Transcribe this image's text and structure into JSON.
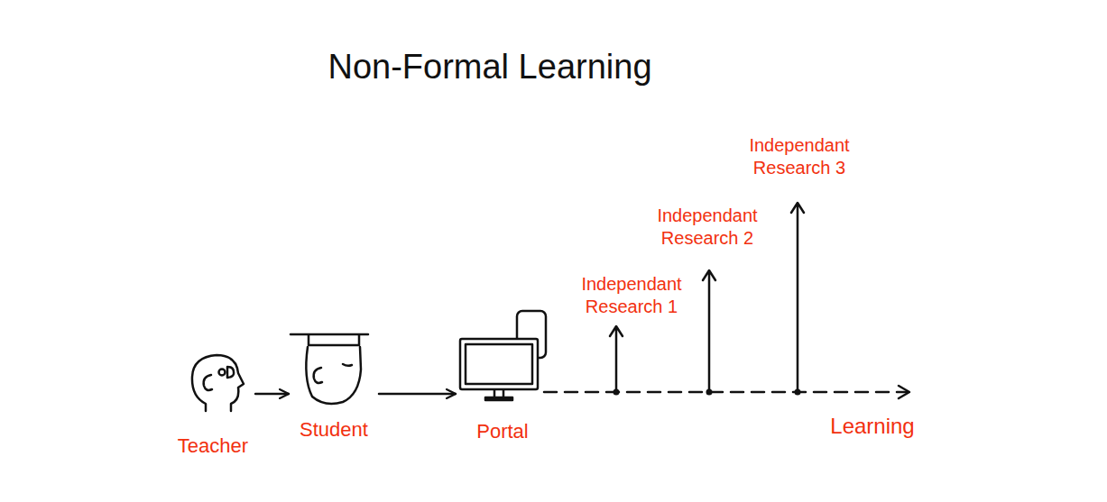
{
  "diagram": {
    "title": "Non-Formal Learning",
    "nodes": [
      {
        "text": [
          "Teacher"
        ]
      },
      {
        "text": [
          "Student"
        ]
      },
      {
        "text": [
          "Portal"
        ]
      }
    ],
    "edges": [
      {
        "from": 0,
        "to": 1,
        "arrow": "to"
      },
      {
        "from": 1,
        "to": 2,
        "arrow": "to"
      }
    ],
    "labels": [
      "Independant Research 1",
      "Independant Research 2",
      "Independant Research 3",
      "Learning"
    ]
  }
}
